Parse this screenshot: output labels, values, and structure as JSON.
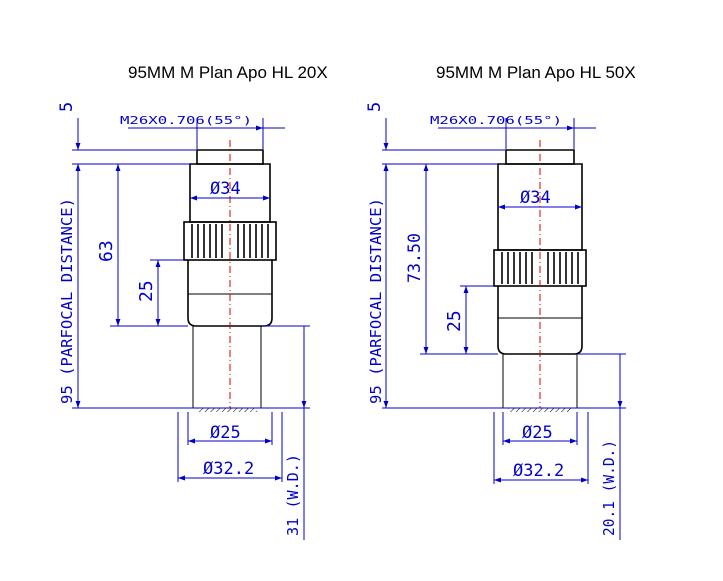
{
  "diagram": {
    "objectives": [
      {
        "title": "95MM M Plan Apo HL 20X",
        "thread": "M26X0.706(55°)",
        "top_gap": "5",
        "outer_diameter": "Ø34",
        "tube_length": "63",
        "knurl_height": "25",
        "parfocal": "95 (PARFOCAL DISTANCE)",
        "front_diameter": "Ø25",
        "field_diameter": "Ø32.2",
        "working_distance": "31 (W.D.)"
      },
      {
        "title": "95MM M Plan Apo HL 50X",
        "thread": "M26X0.706(55°)",
        "top_gap": "5",
        "outer_diameter": "Ø34",
        "tube_length": "73.50",
        "knurl_height": "25",
        "parfocal": "95 (PARFOCAL DISTANCE)",
        "front_diameter": "Ø25",
        "field_diameter": "Ø32.2",
        "working_distance": "20.1 (W.D.)"
      }
    ],
    "colors": {
      "dimension": "#0000cc",
      "outline": "#000000",
      "centerline": "#dd0000"
    }
  }
}
